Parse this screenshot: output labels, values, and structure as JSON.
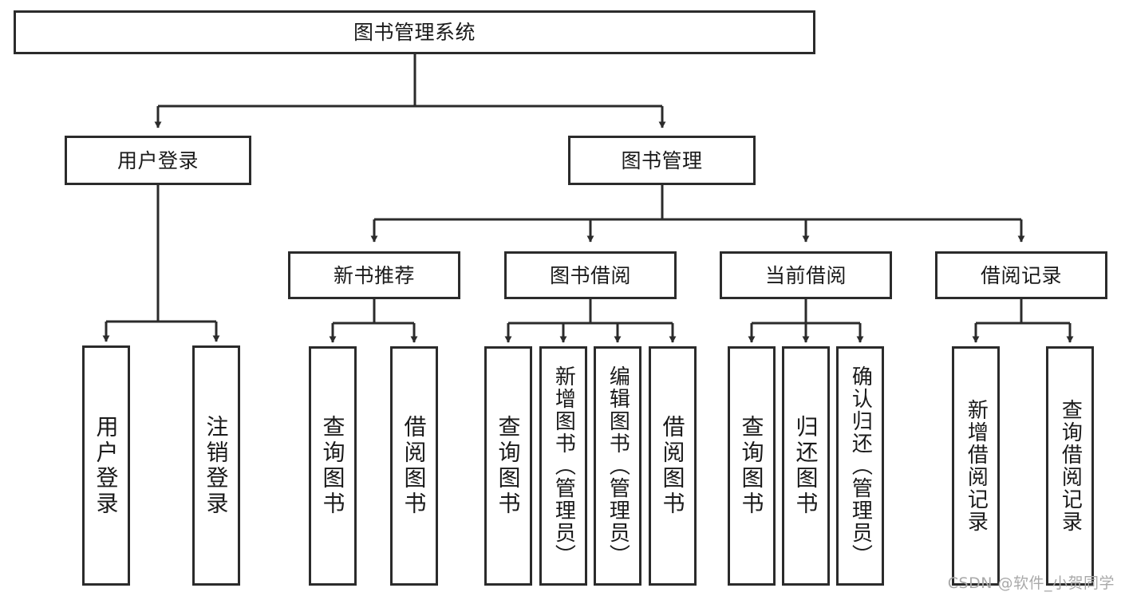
{
  "diagram": {
    "title": "图书管理系统",
    "type": "hierarchy-tree",
    "watermark": "CSDN @软件_小贺同学",
    "colors": {
      "stroke": "#2b2b2b",
      "fill": "#ffffff",
      "text": "#1a1a1a",
      "watermark": "#a9a9a9"
    },
    "levels": {
      "root": {
        "label": "图书管理系统"
      },
      "level2": [
        {
          "label": "用户登录"
        },
        {
          "label": "图书管理"
        }
      ],
      "level3": [
        {
          "label": "新书推荐"
        },
        {
          "label": "图书借阅"
        },
        {
          "label": "当前借阅"
        },
        {
          "label": "借阅记录"
        }
      ],
      "leaves": {
        "user_login": [
          {
            "label": "用户登录"
          },
          {
            "label": "注销登录"
          }
        ],
        "new_book_recommend": [
          {
            "label": "查询图书"
          },
          {
            "label": "借阅图书"
          }
        ],
        "book_borrow": [
          {
            "label": "查询图书"
          },
          {
            "label": "新增图书（管理员）"
          },
          {
            "label": "编辑图书（管理员）"
          },
          {
            "label": "借阅图书"
          }
        ],
        "current_borrow": [
          {
            "label": "查询图书"
          },
          {
            "label": "归还图书"
          },
          {
            "label": "确认归还（管理员）"
          }
        ],
        "borrow_record": [
          {
            "label": "新增借阅记录"
          },
          {
            "label": "查询借阅记录"
          }
        ]
      }
    }
  }
}
